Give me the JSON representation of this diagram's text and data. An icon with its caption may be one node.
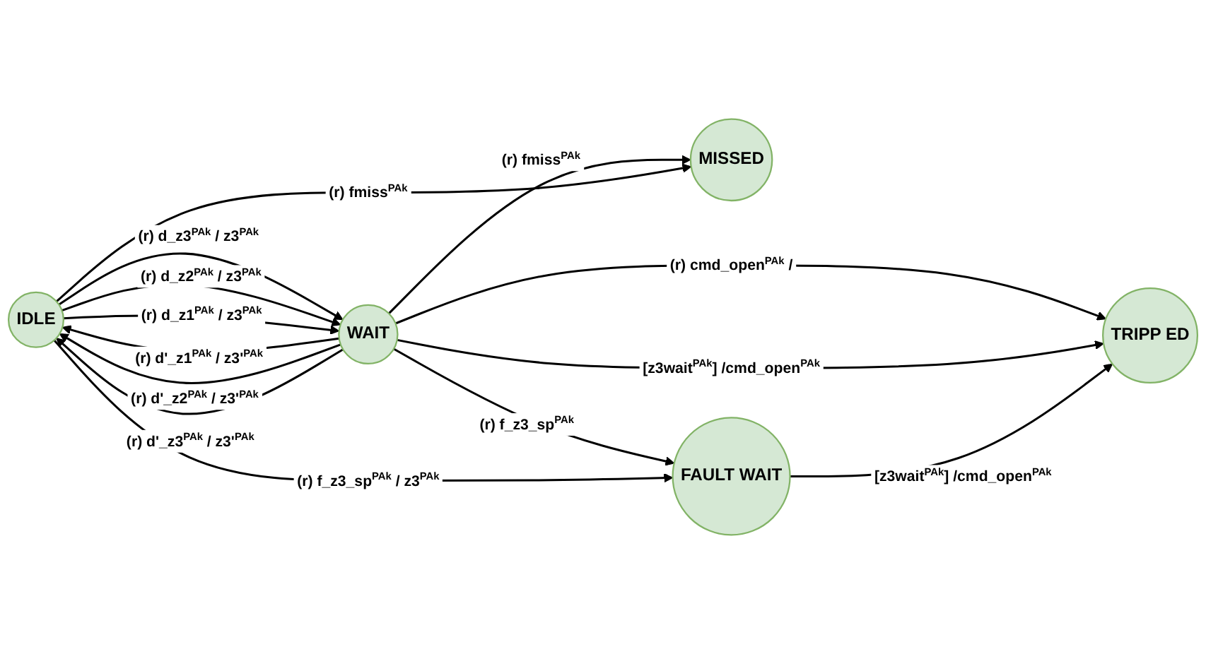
{
  "diagram": {
    "nodes": [
      {
        "text": [
          "MISSED"
        ]
      },
      {
        "text": [
          "IDLE"
        ]
      },
      {
        "text": [
          "WAIT"
        ]
      },
      {
        "text": [
          "TRIPP ED"
        ]
      },
      {
        "text": [
          "FAULT WAIT"
        ]
      }
    ],
    "edges": [
      {
        "from": 2,
        "to": 0,
        "arrow": "to",
        "label": "(r) fmiss$^{PAk}$"
      },
      {
        "from": 1,
        "to": 0,
        "arrow": "to",
        "label": "(r) fmiss$^{PAk}$"
      },
      {
        "from": 1,
        "to": 2,
        "arrow": "to",
        "label": "(r) d_z3$^{PAk}$ / z3$^{PAk}$"
      },
      {
        "from": 1,
        "to": 2,
        "arrow": "to",
        "label": "(r) d_z2$^{PAk}$ / z3$^{PAk}$"
      },
      {
        "from": 1,
        "to": 2,
        "arrow": "to",
        "label": "(r) d_z1$^{PAk}$ / z3$^{PAk}$"
      },
      {
        "from": 2,
        "to": 1,
        "arrow": "to",
        "label": "(r) d'_z1$^{PAk}$ / z3'$^{PAk}$"
      },
      {
        "from": 2,
        "to": 1,
        "arrow": "to",
        "label": "(r) d'_z2$^{PAk}$ / z3'$^{PAk}$"
      },
      {
        "from": 2,
        "to": 1,
        "arrow": "to",
        "label": "(r) d'_z3$^{PAk}$ / z3'$^{PAk}$"
      },
      {
        "from": 2,
        "to": 3,
        "arrow": "to",
        "label": "(r) cmd_open$^{PAk}$ /"
      },
      {
        "from": 2,
        "to": 3,
        "arrow": "to",
        "label": "[z3wait$^{PAk}$] /cmd_open$^{PAk}$"
      },
      {
        "from": 2,
        "to": 4,
        "arrow": "to",
        "label": "(r) f_z3_sp$^{PAk}$"
      },
      {
        "from": 1,
        "to": 4,
        "arrow": "to",
        "label": "(r) f_z3_sp$^{PAk}$ / z3$^{PAk}$"
      },
      {
        "from": 4,
        "to": 3,
        "arrow": "to",
        "label": "[z3wait$^{PAk}$] /cmd_open$^{PAk}$"
      }
    ]
  }
}
